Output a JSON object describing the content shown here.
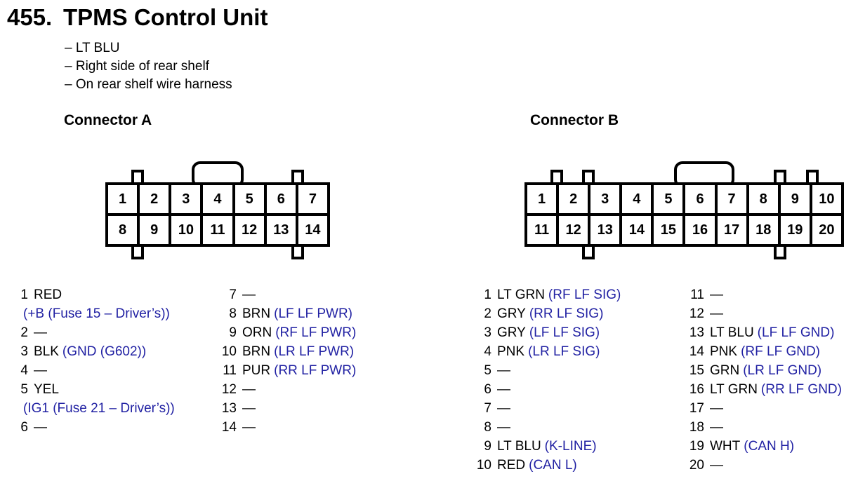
{
  "page": {
    "number": "455.",
    "title": "TPMS Control Unit"
  },
  "notes": [
    "– LT BLU",
    "– Right side of rear shelf",
    "– On rear shelf wire harness"
  ],
  "colors": {
    "function_blue": "#2121a3",
    "text_black": "#000000"
  },
  "connector_a": {
    "label": "Connector A",
    "top_cells": [
      "1",
      "2",
      "3",
      "4",
      "5",
      "6",
      "7"
    ],
    "bottom_cells": [
      "8",
      "9",
      "10",
      "11",
      "12",
      "13",
      "14"
    ],
    "pins_left": [
      {
        "num": "1",
        "color": "RED",
        "func": "(+B (Fuse 15 – Driver’s))",
        "wrap": true
      },
      {
        "num": "2",
        "color": "—",
        "func": ""
      },
      {
        "num": "3",
        "color": "BLK",
        "func": "(GND (G602))"
      },
      {
        "num": "4",
        "color": "—",
        "func": ""
      },
      {
        "num": "5",
        "color": "YEL",
        "func": "(IG1 (Fuse 21 – Driver’s))",
        "wrap": true
      },
      {
        "num": "6",
        "color": "—",
        "func": ""
      }
    ],
    "pins_right": [
      {
        "num": "7",
        "color": "—",
        "func": ""
      },
      {
        "num": "8",
        "color": "BRN",
        "func": "(LF LF PWR)"
      },
      {
        "num": "9",
        "color": "ORN",
        "func": "(RF LF PWR)"
      },
      {
        "num": "10",
        "color": "BRN",
        "func": "(LR LF PWR)"
      },
      {
        "num": "11",
        "color": "PUR",
        "func": "(RR LF PWR)"
      },
      {
        "num": "12",
        "color": "—",
        "func": ""
      },
      {
        "num": "13",
        "color": "—",
        "func": ""
      },
      {
        "num": "14",
        "color": "—",
        "func": ""
      }
    ]
  },
  "connector_b": {
    "label": "Connector B",
    "top_cells": [
      "1",
      "2",
      "3",
      "4",
      "5",
      "6",
      "7",
      "8",
      "9",
      "10"
    ],
    "bottom_cells": [
      "11",
      "12",
      "13",
      "14",
      "15",
      "16",
      "17",
      "18",
      "19",
      "20"
    ],
    "pins_left": [
      {
        "num": "1",
        "color": "LT GRN",
        "func": "(RF LF SIG)"
      },
      {
        "num": "2",
        "color": "GRY",
        "func": "(RR LF SIG)"
      },
      {
        "num": "3",
        "color": "GRY",
        "func": "(LF LF SIG)"
      },
      {
        "num": "4",
        "color": "PNK",
        "func": "(LR LF SIG)"
      },
      {
        "num": "5",
        "color": "—",
        "func": ""
      },
      {
        "num": "6",
        "color": "—",
        "func": ""
      },
      {
        "num": "7",
        "color": "—",
        "func": ""
      },
      {
        "num": "8",
        "color": "—",
        "func": ""
      },
      {
        "num": "9",
        "color": "LT BLU",
        "func": "(K-LINE)"
      },
      {
        "num": "10",
        "color": "RED",
        "func": "(CAN L)"
      }
    ],
    "pins_right": [
      {
        "num": "11",
        "color": "—",
        "func": ""
      },
      {
        "num": "12",
        "color": "—",
        "func": ""
      },
      {
        "num": "13",
        "color": "LT BLU",
        "func": "(LF LF GND)"
      },
      {
        "num": "14",
        "color": "PNK",
        "func": "(RF LF GND)"
      },
      {
        "num": "15",
        "color": "GRN",
        "func": "(LR LF GND)"
      },
      {
        "num": "16",
        "color": "LT GRN",
        "func": "(RR LF GND)"
      },
      {
        "num": "17",
        "color": "—",
        "func": ""
      },
      {
        "num": "18",
        "color": "—",
        "func": ""
      },
      {
        "num": "19",
        "color": "WHT",
        "func": "(CAN H)"
      },
      {
        "num": "20",
        "color": "—",
        "func": ""
      }
    ]
  }
}
